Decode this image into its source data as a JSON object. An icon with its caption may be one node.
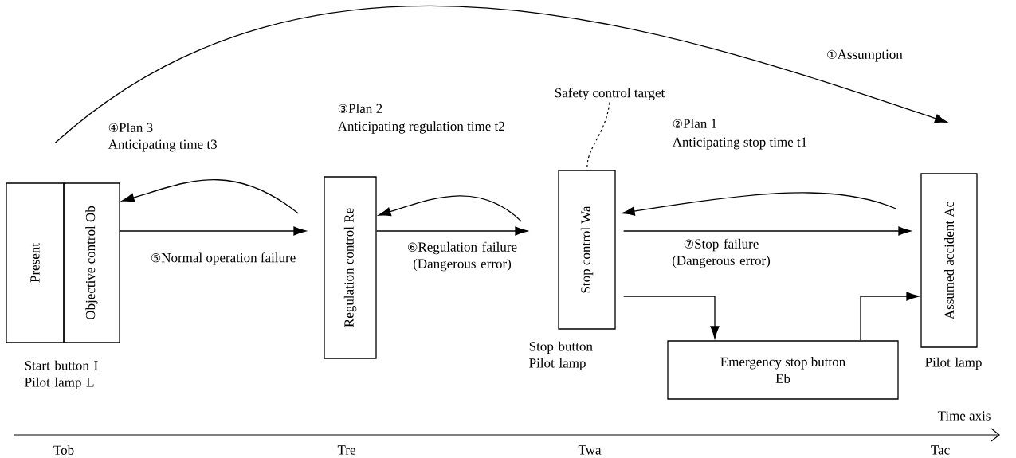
{
  "diagram": {
    "nodes": [
      {
        "text": [
          "Present"
        ]
      },
      {
        "text": [
          "Objective control Ob"
        ],
        "beside": [
          "Start button I Pilot lamp L"
        ]
      },
      {
        "text": [
          "Regulation control Re"
        ]
      },
      {
        "text": [
          "Stop control Wa"
        ],
        "beside": [
          "Stop button Pilot lamp"
        ]
      },
      {
        "text": [
          "Assumed accident Ac"
        ],
        "beside": [
          "Pilot lamp"
        ]
      },
      {
        "text": [
          "Emergency stop button Eb"
        ]
      },
      {
        "text": [
          "Safety control target"
        ]
      }
    ],
    "edges": [
      {
        "from": 0,
        "to": 4,
        "arrow": "to",
        "label": "①Assumption"
      },
      {
        "from": 2,
        "to": 1,
        "arrow": "to"
      },
      {
        "from": 3,
        "to": 2,
        "arrow": "to"
      },
      {
        "from": 4,
        "to": 3,
        "arrow": "to"
      },
      {
        "from": 1,
        "to": 2,
        "arrow": "to",
        "label": "⑤Normal operation failure"
      },
      {
        "from": 2,
        "to": 3,
        "arrow": "to",
        "label": "⑥Regulation failure (Dangerous error)"
      },
      {
        "from": 3,
        "to": 4,
        "arrow": "to",
        "label": "⑦Stop failure (Dangerous error)"
      },
      {
        "from": 3,
        "to": 5,
        "arrow": "to"
      },
      {
        "from": 5,
        "to": 4,
        "arrow": "to"
      },
      {
        "from": 6,
        "to": 3,
        "arrow": "none",
        "style": "dashed"
      }
    ],
    "labels": [
      "④Plan 3",
      "Anticipating time t3",
      "③Plan 2",
      "Anticipating regulation time t2",
      "②Plan 1",
      "Anticipating stop time t1",
      "Time axis",
      "Tob",
      "Tre",
      "Twa",
      "Tac"
    ]
  }
}
